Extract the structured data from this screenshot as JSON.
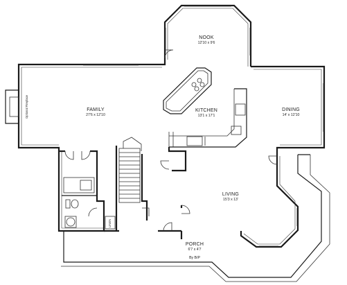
{
  "rooms": {
    "nook": {
      "name": "NOOK",
      "dims": "12'10 x 9'6"
    },
    "family": {
      "name": "FAMILY",
      "dims": "27'6 x 12'10"
    },
    "kitchen": {
      "name": "KITCHEN",
      "dims": "13'1 x 17'1"
    },
    "dining": {
      "name": "DINING",
      "dims": "14' x 12'10"
    },
    "living": {
      "name": "LIVING",
      "dims": "15'3 x 13'"
    },
    "porch": {
      "name": "PORCH",
      "dims": "6'7 x 4'7"
    }
  },
  "labels": {
    "fireplace": "Optional Fireplace",
    "linen": "LINEN",
    "credit": "By B/P"
  }
}
